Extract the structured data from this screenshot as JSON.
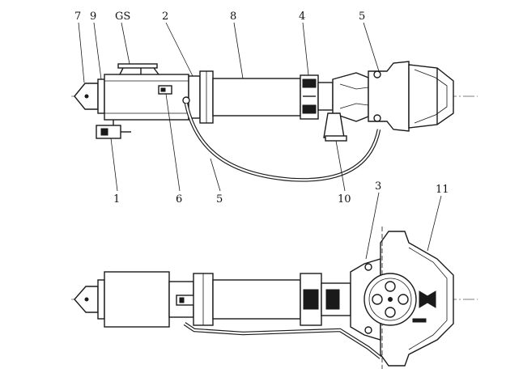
{
  "callouts": {
    "c7": "7",
    "c9": "9",
    "cGS": "GS",
    "c2": "2",
    "c8": "8",
    "c4": "4",
    "c5_top": "5",
    "c1": "1",
    "c6": "6",
    "c5_bottom": "5",
    "c10": "10",
    "c3": "3",
    "c11": "11"
  }
}
